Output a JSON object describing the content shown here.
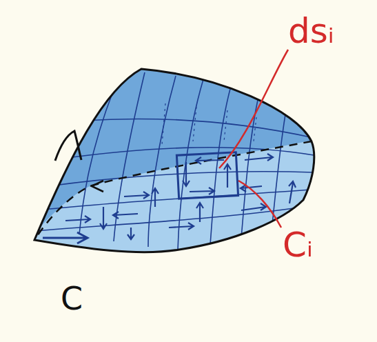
{
  "diagram": {
    "labels": [
      "dsᵢ",
      "Cᵢ",
      "C"
    ]
  }
}
